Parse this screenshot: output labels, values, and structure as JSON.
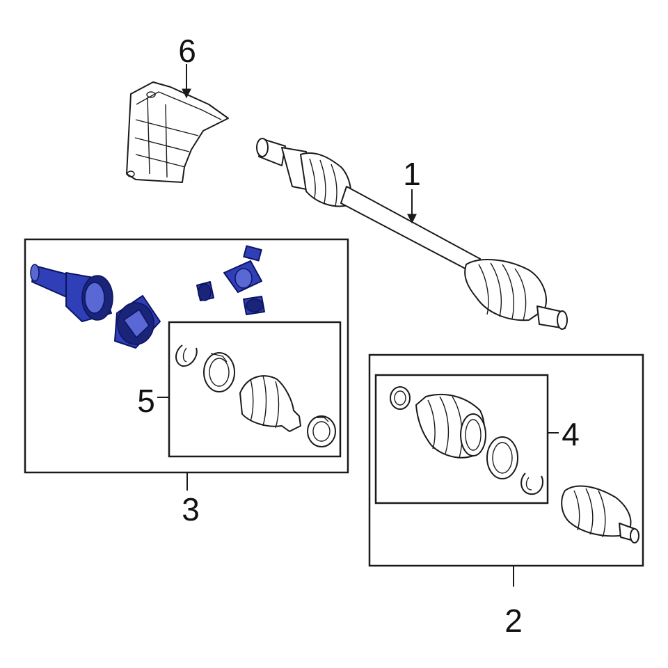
{
  "diagram": {
    "highlight_color": "#2f3fb8",
    "line_color": "#1a1a1a",
    "callouts": [
      {
        "id": "1",
        "label": "1"
      },
      {
        "id": "2",
        "label": "2"
      },
      {
        "id": "3",
        "label": "3"
      },
      {
        "id": "4",
        "label": "4"
      },
      {
        "id": "5",
        "label": "5"
      },
      {
        "id": "6",
        "label": "6"
      }
    ]
  }
}
